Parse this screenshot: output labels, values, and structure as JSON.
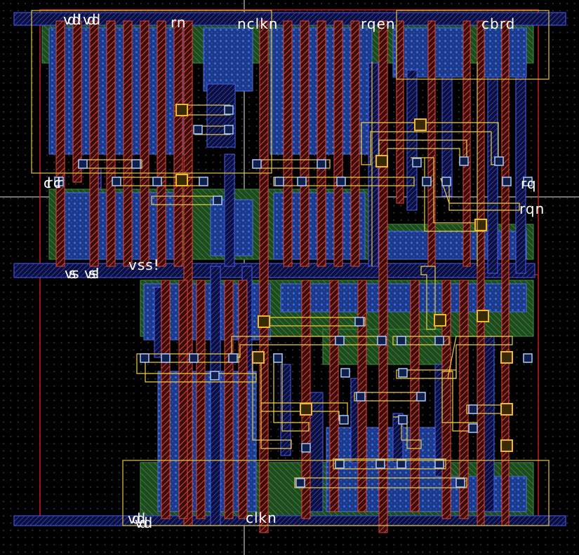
{
  "view": {
    "background": "#000000",
    "grid_dot_color": "#3a3a3a",
    "crosshair_color": "#e8e8e8"
  },
  "colors": {
    "nwell": "#2e7d2e",
    "diffusion": "#2f56b8",
    "poly": "#e0463a",
    "metal1": "#3d4fe0",
    "metal2": "#f0d040",
    "via": "#f5b820",
    "contact": "#a8c8ff",
    "cell_boundary": "#d01818",
    "prboundary": "#e6c640",
    "label": "#ffffff"
  },
  "pins": {
    "vdd_top": "vdd!",
    "vdd_top_b": "vdd",
    "rn": "rn",
    "nclkn": "nclkn",
    "rqen": "rqen",
    "cbrd": "cbrd",
    "clr": "clr",
    "clr_b": "cl r",
    "rq": "rq",
    "rqn": "rqn",
    "vss": "vss",
    "vss_b": "vss!",
    "vss_c": "vss!",
    "vdd_bottom": "vdd",
    "vdd_bottom_b": "vdd",
    "clkn": "clkn"
  }
}
